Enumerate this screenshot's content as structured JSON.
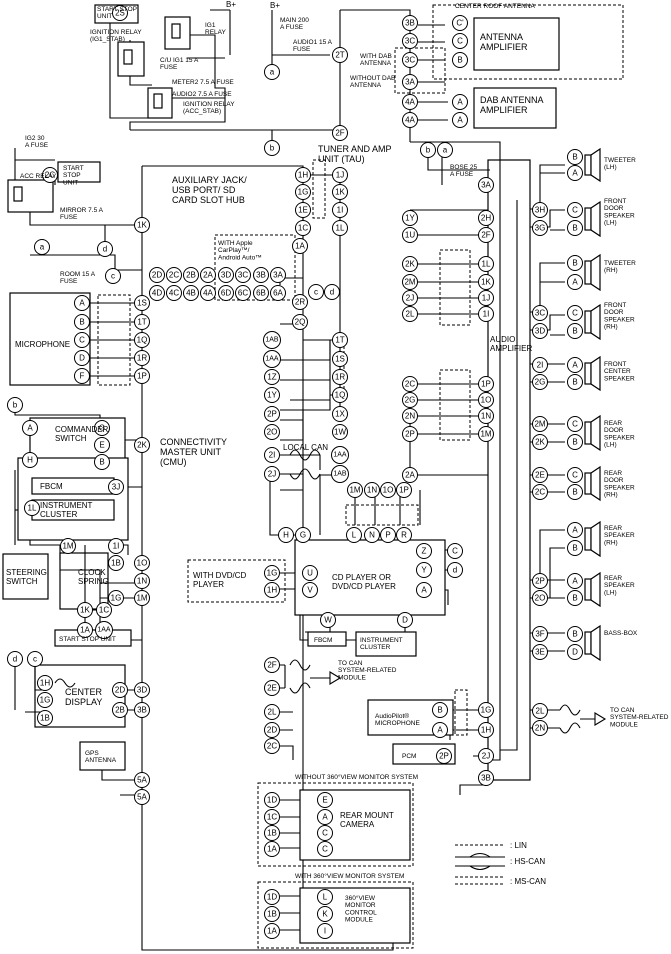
{
  "labels": {
    "start_stop_unit_top": "START STOP UNIT",
    "b_plus": "B+",
    "ig1_relay": "IG1 RELAY",
    "ignition_relay_stab": "IGNITION RELAY (IG1_STAB)",
    "cu_ig1_fuse": "C/U IG1 15 A FUSE",
    "meter2_fuse": "METER2 7.5 A FUSE",
    "audio2_fuse": "AUDIO2 7.5 A FUSE",
    "ignition_relay_acc": "IGNITION RELAY (ACC_STAB)",
    "main_fuse": "MAIN 200 A FUSE",
    "audio1_fuse": "AUDIO1 15 A FUSE",
    "center_roof_antenna": "CENTER ROOF ANTENNA",
    "antenna_amplifier": "ANTENNA AMPLIFIER",
    "with_dab": "WITH DAB ANTENNA",
    "without_dab": "WITHOUT DAB ANTENNA",
    "dab_amplifier": "DAB ANTENNA AMPLIFIER",
    "tuner_amp": "TUNER AND AMP UNIT (TAU)",
    "ig2_fuse": "IG2 30 A FUSE",
    "start_stop_unit_left": "START STOP UNIT",
    "acc_relay": "ACC RELAY",
    "mirror_fuse": "MIRROR 7.5 A FUSE",
    "room_fuse": "ROOM 15 A FUSE",
    "aux_jack": "AUXILIARY JACK/ USB PORT/ SD CARD SLOT HUB",
    "with_carplay": "WITH Apple CarPlay™/ Android Auto™",
    "microphone": "MICROPHONE",
    "commander_switch": "COMMANDER SWITCH",
    "fbcm": "FBCM",
    "instrument_cluster": "INSTRUMENT CLUSTER",
    "cmu": "CONNECTIVITY MASTER UNIT (CMU)",
    "local_can": "LOCAL CAN",
    "steering_switch": "STEERING SWITCH",
    "clock_spring": "CLOCK SPRING",
    "start_stop_unit_bottom": "START STOP UNIT",
    "with_dvd": "WITH DVD/CD PLAYER",
    "cd_player": "CD PLAYER OR DVD/CD PLAYER",
    "fbcm_bottom": "FBCM",
    "instrument_cluster_bottom": "INSTRUMENT CLUSTER",
    "center_display": "CENTER DISPLAY",
    "to_can": "TO CAN SYSTEM-RELATED MODULE",
    "gps_antenna": "GPS ANTENNA",
    "audiopilot": "AudioPilot® MICROPHONE",
    "pcm": "PCM",
    "to_can_right": "TO CAN SYSTEM-RELATED MODULE",
    "without_360": "WITHOUT 360°VIEW MONITOR SYSTEM",
    "rear_camera": "REAR MOUNT CAMERA",
    "with_360": "WITH 360°VIEW MONITOR SYSTEM",
    "view_module": "360°VIEW MONITOR CONTROL MODULE",
    "bose_fuse": "BOSE 25 A FUSE",
    "audio_amplifier": "AUDIO AMPLIFIER",
    "tweeter_lh": "TWEETER (LH)",
    "front_door_lh": "FRONT DOOR SPEAKER (LH)",
    "tweeter_rh": "TWEETER (RH)",
    "front_door_rh": "FRONT DOOR SPEAKER (RH)",
    "front_center": "FRONT CENTER SPEAKER",
    "rear_door_lh": "REAR DOOR SPEAKER (LH)",
    "rear_door_rh": "REAR DOOR SPEAKER (RH)",
    "rear_speaker_rh": "REAR SPEAKER (RH)",
    "rear_speaker_lh": "REAR SPEAKER (LH)",
    "bass_box": "BASS-BOX"
  },
  "legend": [
    {
      "label": ": LIN"
    },
    {
      "label": ": HS-CAN"
    },
    {
      "label": ": MS-CAN"
    }
  ]
}
